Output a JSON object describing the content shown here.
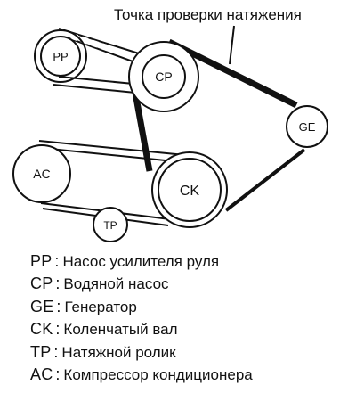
{
  "callout": {
    "text": "Точка проверки натяжения"
  },
  "pulleys": {
    "pp": "PP",
    "cp": "CP",
    "ge": "GE",
    "ac": "AC",
    "ck": "CK",
    "tp": "TP"
  },
  "legend": {
    "separator": ":",
    "items": [
      {
        "code": "PP",
        "desc": "Насос усилителя руля"
      },
      {
        "code": "CP",
        "desc": "Водяной насос"
      },
      {
        "code": "GE",
        "desc": "Генератор"
      },
      {
        "code": "CK",
        "desc": "Коленчатый вал"
      },
      {
        "code": "TP",
        "desc": "Натяжной ролик"
      },
      {
        "code": "AC",
        "desc": "Компрессор кондиционера"
      }
    ]
  }
}
